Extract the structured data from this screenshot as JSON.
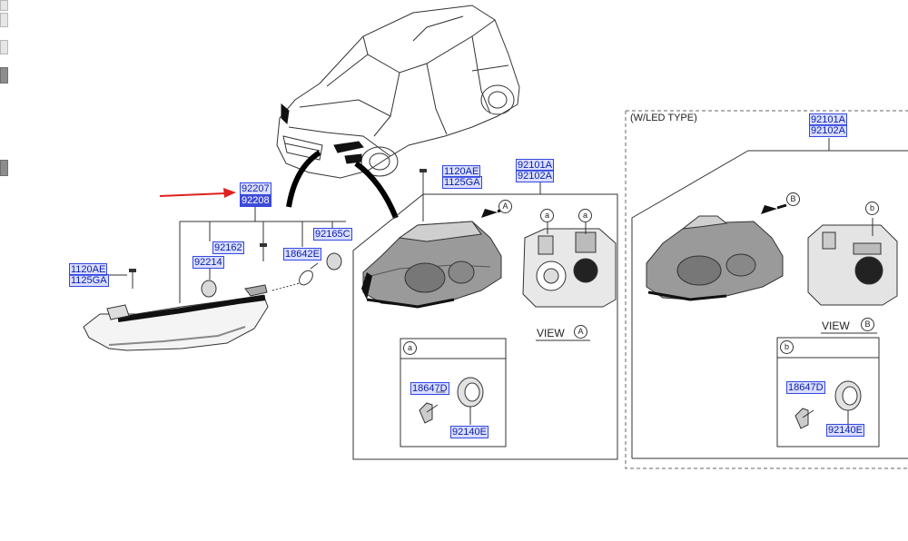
{
  "variant": {
    "title": "(W/LED TYPE)"
  },
  "view_a": {
    "label": "VIEW",
    "marker": "A"
  },
  "view_b": {
    "label": "VIEW",
    "marker": "B"
  },
  "detail_a": {
    "marker": "a"
  },
  "detail_b": {
    "marker": "b"
  },
  "parts": {
    "p92207": "92207",
    "p92208": "92208",
    "p92162": "92162",
    "p92214": "92214",
    "p18642E": "18642E",
    "p92165C": "92165C",
    "p1120AE_left": "1120AE",
    "p1125GA_left": "1125GA",
    "p1120AE_top": "1120AE",
    "p1125GA_top": "1125GA",
    "p92101A_mid": "92101A",
    "p92102A_mid": "92102A",
    "p92101A_right": "92101A",
    "p92102A_right": "92102A",
    "p18647D_a": "18647D",
    "p92140E_a": "92140E",
    "p18647D_b": "18647D",
    "p92140E_b": "92140E"
  },
  "colors": {
    "label_border": "#3348e0",
    "label_text": "#0a1fa8",
    "selected_fill": "#3f4bd6",
    "arrow": "#e02020"
  }
}
